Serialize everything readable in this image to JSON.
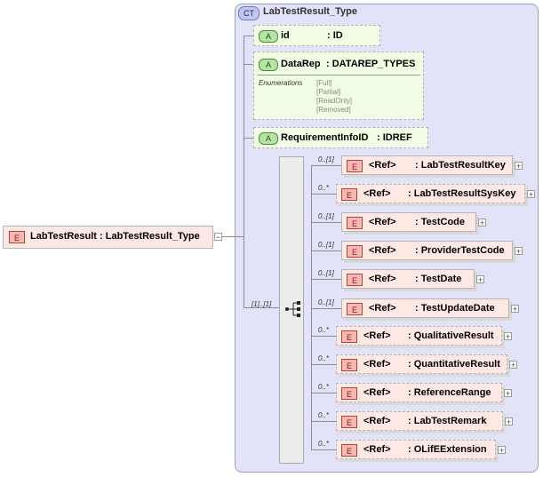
{
  "root": {
    "badge": "E",
    "label": "LabTestResult : LabTestResult_Type",
    "toggle": "−"
  },
  "complex_type": {
    "badge": "CT",
    "title": "LabTestResult_Type"
  },
  "attributes": [
    {
      "badge": "A",
      "name": "id",
      "type": ": ID"
    },
    {
      "badge": "A",
      "name": "DataRep",
      "type": ": DATAREP_TYPES",
      "enum_label": "Enumerations",
      "enums": [
        "[Full]",
        "[Partial]",
        "[ReadOnly]",
        "[Removed]"
      ]
    },
    {
      "badge": "A",
      "name": "RequirementInfoID",
      "type": ": IDREF"
    }
  ],
  "sequence": {
    "cardinality": "[1]..[1]"
  },
  "elements": [
    {
      "card": "0..[1]",
      "ref": "<Ref>",
      "name": ": LabTestResultKey"
    },
    {
      "card": "0..*",
      "ref": "<Ref>",
      "name": ": LabTestResultSysKey"
    },
    {
      "card": "0..[1]",
      "ref": "<Ref>",
      "name": ": TestCode"
    },
    {
      "card": "0..[1]",
      "ref": "<Ref>",
      "name": ": ProviderTestCode"
    },
    {
      "card": "0..[1]",
      "ref": "<Ref>",
      "name": ": TestDate"
    },
    {
      "card": "0..[1]",
      "ref": "<Ref>",
      "name": ": TestUpdateDate"
    },
    {
      "card": "0..*",
      "ref": "<Ref>",
      "name": ": QualitativeResult"
    },
    {
      "card": "0..*",
      "ref": "<Ref>",
      "name": ": QuantitativeResult"
    },
    {
      "card": "0..*",
      "ref": "<Ref>",
      "name": ": ReferenceRange"
    },
    {
      "card": "0..*",
      "ref": "<Ref>",
      "name": ": LabTestRemark"
    },
    {
      "card": "0..*",
      "ref": "<Ref>",
      "name": ": OLifEExtension"
    }
  ],
  "element_badge": "E",
  "expand_glyph": "+"
}
